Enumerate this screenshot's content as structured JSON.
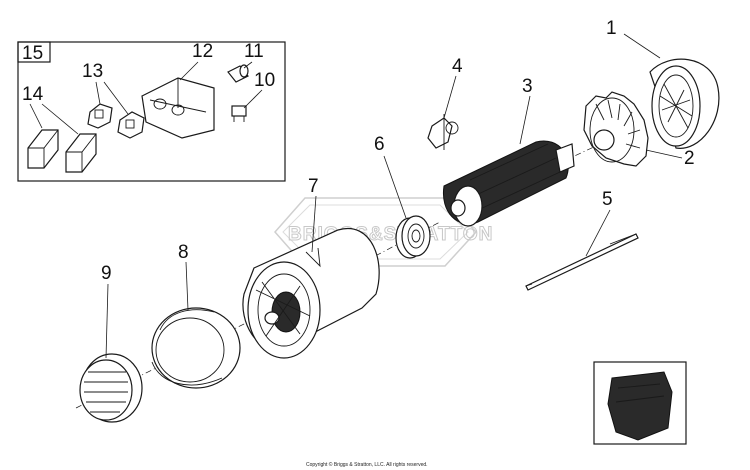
{
  "callouts": {
    "c1": "1",
    "c2": "2",
    "c3": "3",
    "c4": "4",
    "c5": "5",
    "c6": "6",
    "c7": "7",
    "c8": "8",
    "c9": "9",
    "c10": "10",
    "c11": "11",
    "c12": "12",
    "c13": "13",
    "c14": "14",
    "c15": "15"
  },
  "watermark": "BRIGGS&STRATTON",
  "footer": {
    "copyright": "Copyright © Briggs & Stratton, LLC. All rights reserved."
  }
}
